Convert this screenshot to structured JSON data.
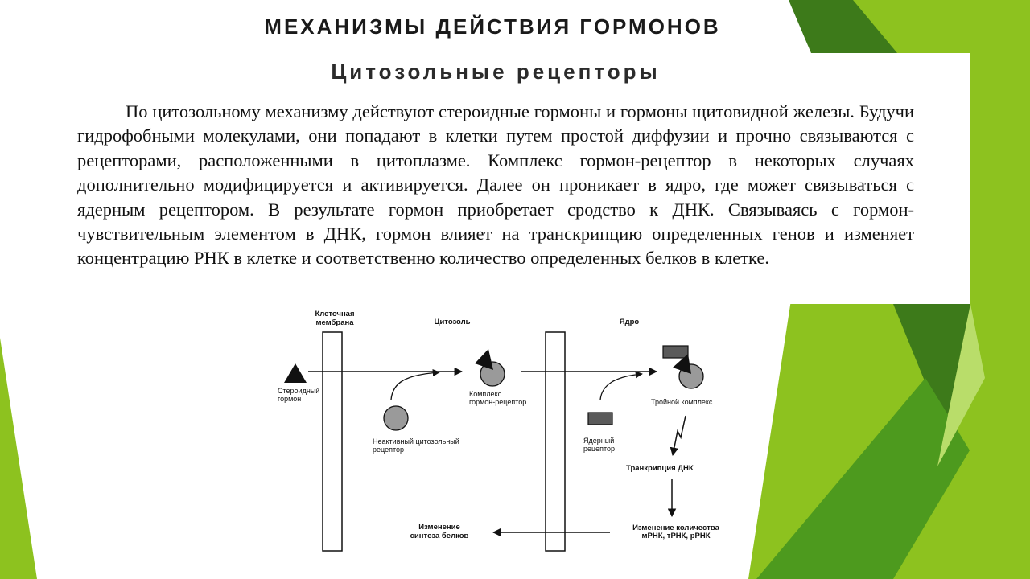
{
  "slide": {
    "title": "МЕХАНИЗМЫ ДЕЙСТВИЯ ГОРМОНОВ",
    "subtitle": "Цитозольные рецепторы",
    "paragraph": "По цитозольному механизму действуют стероидные гормоны и гормоны щитовидной железы. Будучи гидрофобными молекулами, они попадают в клетки путем простой диффузии и прочно связываются с рецепторами, расположенными в цитоплазме. Комплекс гормон-рецептор в некоторых случаях дополнительно модифицируется и активируется. Далее он проникает в ядро, где может связываться с ядерным рецептором. В результате гормон приобретает сродство к ДНК. Связываясь с гормон-чувствительным элементом в ДНК, гормон влияет на транскрипцию определенных генов и изменяет концентрацию РНК в клетке и соответственно количество определенных белков в клетке."
  },
  "diagram": {
    "header_membrane_1": "Клеточная",
    "header_membrane_2": "мембрана",
    "header_cytosol": "Цитозоль",
    "header_nucleus": "Ядро",
    "steroid_1": "Стероидный",
    "steroid_2": "гормон",
    "complex_1": "Комплекс",
    "complex_2": "гормон-рецептор",
    "inactive_1": "Неактивный цитозольный",
    "inactive_2": "рецептор",
    "triple": "Тройной комплекс",
    "nuclear_1": "Ядерный",
    "nuclear_2": "рецептор",
    "transcription": "Транкрипция ДНК",
    "rna_1": "Изменение количества",
    "rna_2": "мРНК, тРНК, рРНК",
    "protein_1": "Изменение",
    "protein_2": "синтеза белков"
  },
  "colors": {
    "green_light": "#8dc21f",
    "green_dark": "#3d7a1a",
    "green_mid": "#4d9a1e",
    "green_pale": "#b9dd6a",
    "receptor_gray": "#9a9a9a",
    "nuclear_gray": "#5a5a5a"
  }
}
